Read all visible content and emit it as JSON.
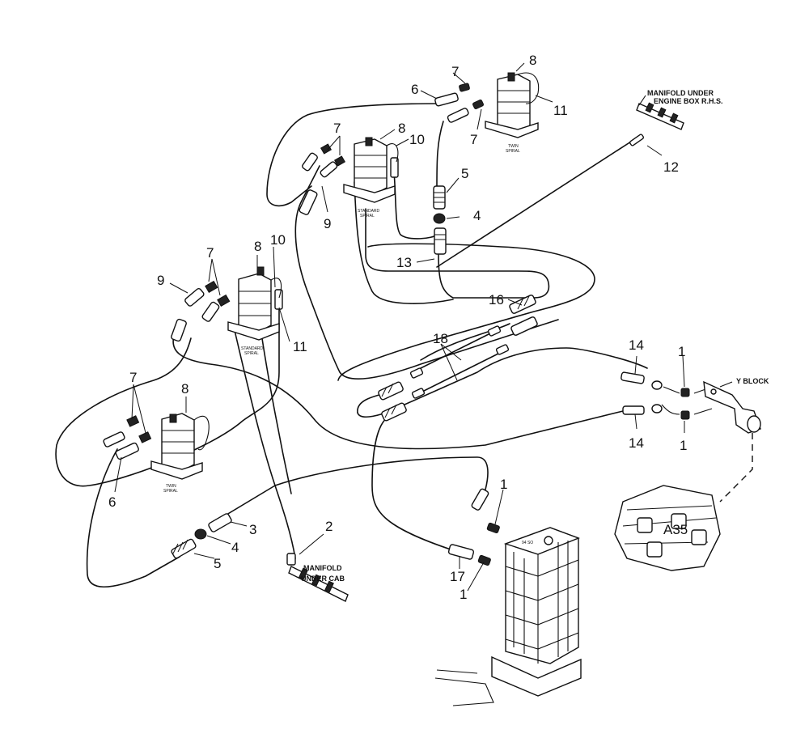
{
  "labels": {
    "manifold_engine_line1": "MANIFOLD UNDER",
    "manifold_engine_line2": "ENGINE BOX R.H.S.",
    "manifold_cab_line1": "MANIFOLD",
    "manifold_cab_line2": "UNDER CAB",
    "y_block": "Y BLOCK",
    "valve_code": "A35",
    "valve_tag": "94 SO"
  },
  "motor_tags": {
    "twin_1_l1": "TWIN",
    "twin_1_l2": "SPIRAL",
    "standard_1_l1": "STANDARD",
    "standard_1_l2": "SPIRAL",
    "standard_2_l1": "STANDARD",
    "standard_2_l1b": "SPIRAL",
    "twin_2_l1": "TWIN",
    "twin_2_l2": "SPIRAL"
  },
  "callouts": {
    "c1": "7",
    "c2": "8",
    "c3": "6",
    "c4": "11",
    "c5": "7",
    "c6": "7",
    "c7": "8",
    "c8": "10",
    "c9": "9",
    "c10": "5",
    "c11": "4",
    "c12": "13",
    "c13": "12",
    "c14": "8",
    "c15": "10",
    "c16": "7",
    "c17": "9",
    "c18": "11",
    "c19": "16",
    "c20": "18",
    "c21": "14",
    "c22": "1",
    "c23": "14",
    "c24": "1",
    "c25": "7",
    "c26": "8",
    "c27": "6",
    "c28": "3",
    "c29": "4",
    "c30": "5",
    "c31": "2",
    "c32": "1",
    "c33": "17",
    "c34": "1"
  }
}
